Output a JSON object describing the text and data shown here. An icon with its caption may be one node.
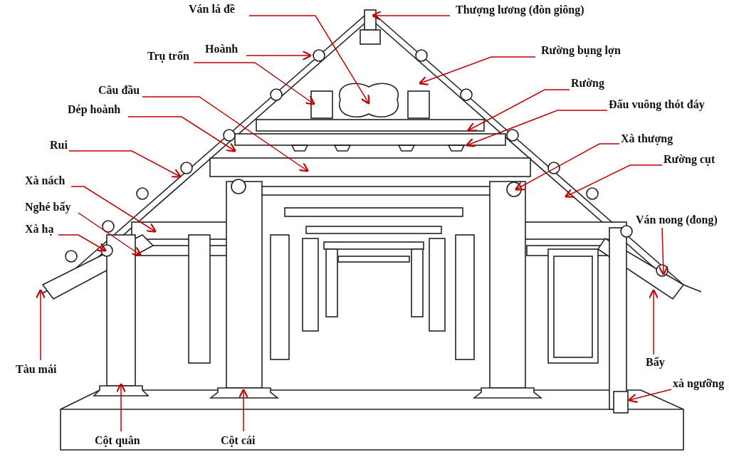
{
  "diagram": {
    "nodes": [
      {
        "text": [
          "Ván lá đề"
        ]
      },
      {
        "text": [
          "Thượng lương (đòn giông)"
        ]
      },
      {
        "text": [
          "Hoành"
        ]
      },
      {
        "text": [
          "Rường bụng lợn"
        ]
      },
      {
        "text": [
          "Trụ trốn"
        ]
      },
      {
        "text": [
          "Câu đầu"
        ]
      },
      {
        "text": [
          "Rường"
        ]
      },
      {
        "text": [
          "Dép hoành"
        ]
      },
      {
        "text": [
          "Đấu vuông thót đáy"
        ]
      },
      {
        "text": [
          "Rui"
        ]
      },
      {
        "text": [
          "Xà thượng"
        ]
      },
      {
        "text": [
          "Rường cụt"
        ]
      },
      {
        "text": [
          "Xà nách"
        ]
      },
      {
        "text": [
          "Nghé bẩy"
        ]
      },
      {
        "text": [
          "Xà hạ"
        ]
      },
      {
        "text": [
          "Ván nong (đong)"
        ]
      },
      {
        "text": [
          "Tàu mái"
        ]
      },
      {
        "text": [
          "Bẩy"
        ]
      },
      {
        "text": [
          "xà ngưỡng"
        ]
      },
      {
        "text": [
          "Cột quân"
        ]
      },
      {
        "text": [
          "Cột cái"
        ]
      }
    ],
    "edges": [
      {
        "from": 0,
        "to": null,
        "arrow": "to"
      },
      {
        "from": 1,
        "to": null,
        "arrow": "to"
      },
      {
        "from": 2,
        "to": null,
        "arrow": "to"
      },
      {
        "from": 3,
        "to": null,
        "arrow": "to"
      },
      {
        "from": 4,
        "to": null,
        "arrow": "to"
      },
      {
        "from": 5,
        "to": null,
        "arrow": "to"
      },
      {
        "from": 6,
        "to": null,
        "arrow": "to"
      },
      {
        "from": 7,
        "to": null,
        "arrow": "to"
      },
      {
        "from": 8,
        "to": null,
        "arrow": "to"
      },
      {
        "from": 9,
        "to": null,
        "arrow": "to"
      },
      {
        "from": 10,
        "to": null,
        "arrow": "to"
      },
      {
        "from": 11,
        "to": null,
        "arrow": "to"
      },
      {
        "from": 12,
        "to": null,
        "arrow": "to"
      },
      {
        "from": 13,
        "to": null,
        "arrow": "to"
      },
      {
        "from": 14,
        "to": null,
        "arrow": "to"
      },
      {
        "from": 15,
        "to": null,
        "arrow": "to"
      },
      {
        "from": 16,
        "to": null,
        "arrow": "to"
      },
      {
        "from": 17,
        "to": null,
        "arrow": "to"
      },
      {
        "from": 18,
        "to": null,
        "arrow": "to"
      },
      {
        "from": 19,
        "to": null,
        "arrow": "to"
      },
      {
        "from": 20,
        "to": null,
        "arrow": "to"
      }
    ]
  }
}
